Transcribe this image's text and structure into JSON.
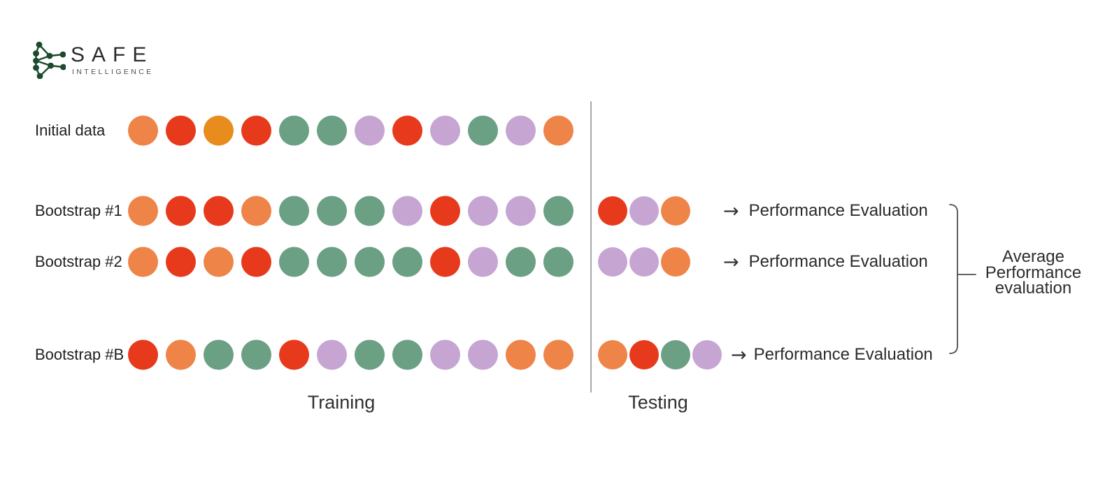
{
  "brand": {
    "name": "SAFE",
    "subtitle": "INTELLIGENCE",
    "logo_icon": "network-graph",
    "logo_color": "#1C4A2E",
    "name_color": "#2c2c2c",
    "subtitle_color": "#4e4e4e"
  },
  "palette": {
    "orange": "#EF8449",
    "amber": "#E88C1E",
    "red": "#E73A1C",
    "green": "#6BA084",
    "purple": "#C7A5D3"
  },
  "icons": {
    "arrow": "→"
  },
  "sections": {
    "training_label": "Training",
    "testing_label": "Testing",
    "divider_color": "#a8a8a8"
  },
  "rows": [
    {
      "id": "initial-data",
      "label": "Initial data",
      "training": [
        "orange",
        "red",
        "amber",
        "red",
        "green",
        "green",
        "purple",
        "red",
        "purple",
        "green",
        "purple",
        "orange"
      ],
      "testing": [],
      "evaluation": ""
    },
    {
      "id": "bootstrap-1",
      "label": "Bootstrap #1",
      "training": [
        "orange",
        "red",
        "red",
        "orange",
        "green",
        "green",
        "green",
        "purple",
        "red",
        "purple",
        "purple",
        "green"
      ],
      "testing": [
        "red",
        "purple",
        "orange"
      ],
      "evaluation": "Performance Evaluation"
    },
    {
      "id": "bootstrap-2",
      "label": "Bootstrap #2",
      "training": [
        "orange",
        "red",
        "orange",
        "red",
        "green",
        "green",
        "green",
        "green",
        "red",
        "purple",
        "green",
        "green"
      ],
      "testing": [
        "purple",
        "purple",
        "orange"
      ],
      "evaluation": "Performance Evaluation"
    },
    {
      "id": "bootstrap-b",
      "label": "Bootstrap #B",
      "training": [
        "red",
        "orange",
        "green",
        "green",
        "red",
        "purple",
        "green",
        "green",
        "purple",
        "purple",
        "orange",
        "orange"
      ],
      "testing": [
        "orange",
        "red",
        "green",
        "purple"
      ],
      "evaluation": "Performance Evaluation"
    }
  ],
  "aggregate": {
    "label": "Average Performance evaluation",
    "label_lines": [
      "Average",
      "Performance",
      "evaluation"
    ],
    "bracket_color": "#4f4f4f"
  }
}
